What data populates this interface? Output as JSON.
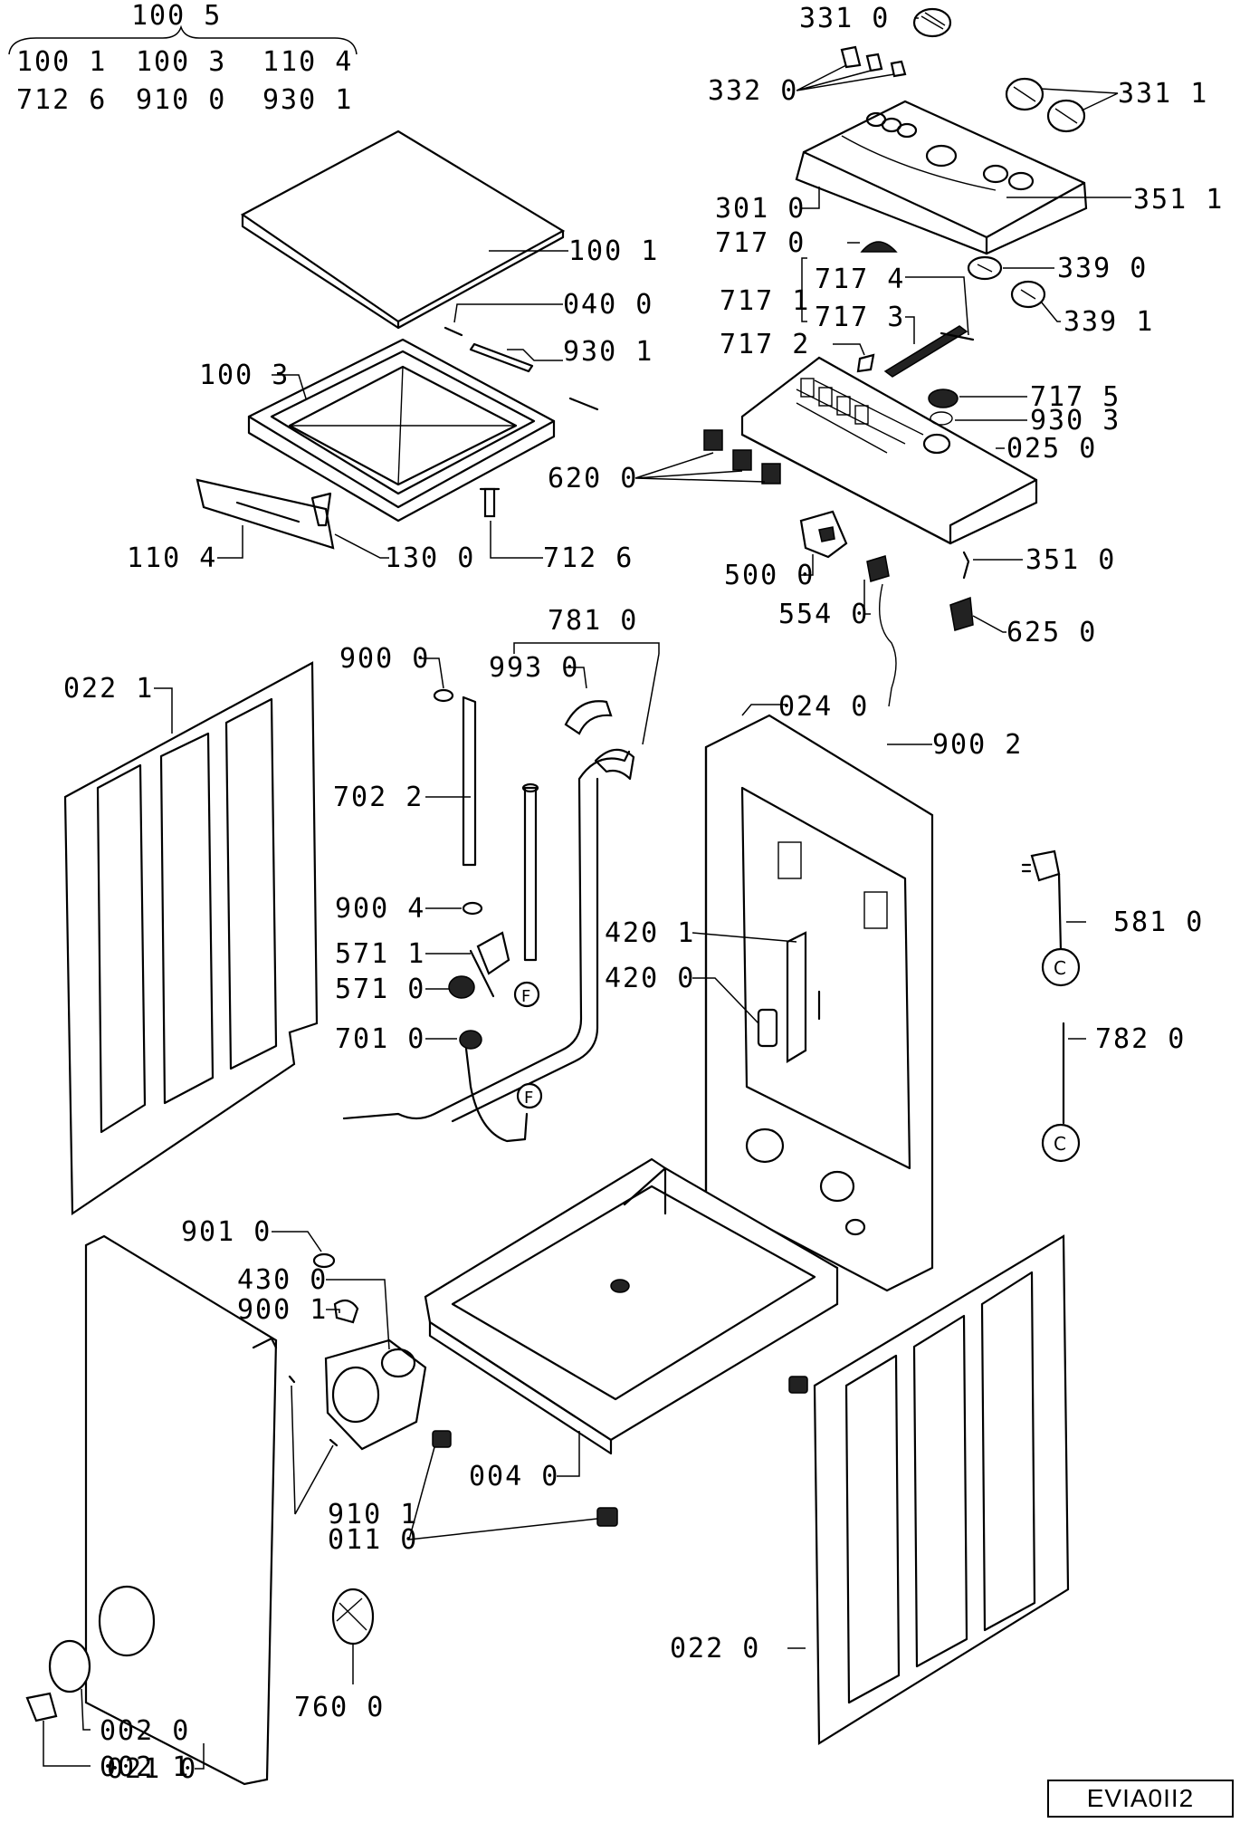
{
  "header": {
    "group_label": "100 5",
    "row1": [
      "100 1",
      "100 3",
      "110 4"
    ],
    "row2": [
      "712 6",
      "910 0",
      "930 1"
    ]
  },
  "callouts": {
    "c3310": "331 0",
    "c3320": "332 0",
    "c3311": "331 1",
    "c3010": "301 0",
    "c3511": "351 1",
    "c7170": "717 0",
    "c3390": "339 0",
    "c7171": "717 1",
    "c7174": "717 4",
    "c7173": "717 3",
    "c3391": "339 1",
    "c7172": "717 2",
    "c7175": "717 5",
    "c9303": "930 3",
    "c0250": "025 0",
    "c6200": "620 0",
    "c5000": "500 0",
    "c3510": "351 0",
    "c5540": "554 0",
    "c6250": "625 0",
    "c1001": "100 1",
    "c0400": "040 0",
    "c9301": "930 1",
    "c1003": "100 3",
    "c1104": "110 4",
    "c1300": "130 0",
    "c7126": "712 6",
    "c7810": "781 0",
    "c9000": "900 0",
    "c9930": "993 0",
    "c0221": "022 1",
    "c0240": "024 0",
    "c9002": "900 2",
    "c7022": "702 2",
    "c9004": "900 4",
    "c5711": "571 1",
    "c5710": "571 0",
    "c7010": "701 0",
    "c4201": "420 1",
    "c4200": "420 0",
    "c5810": "581 0",
    "c7820": "782 0",
    "c9010": "901 0",
    "c4300": "430 0",
    "c9001": "900 1",
    "c0040": "004 0",
    "c9101": "910 1",
    "c0110": "011 0",
    "c0220": "022 0",
    "c7600": "760 0",
    "c0210": "021 0",
    "c0020": "002 0",
    "c0021": "002 1"
  },
  "connectors": {
    "f_top": "F",
    "f_bottom": "F",
    "c_top": "C",
    "c_bottom": "C"
  },
  "drawing_code": "EVIA0II2"
}
